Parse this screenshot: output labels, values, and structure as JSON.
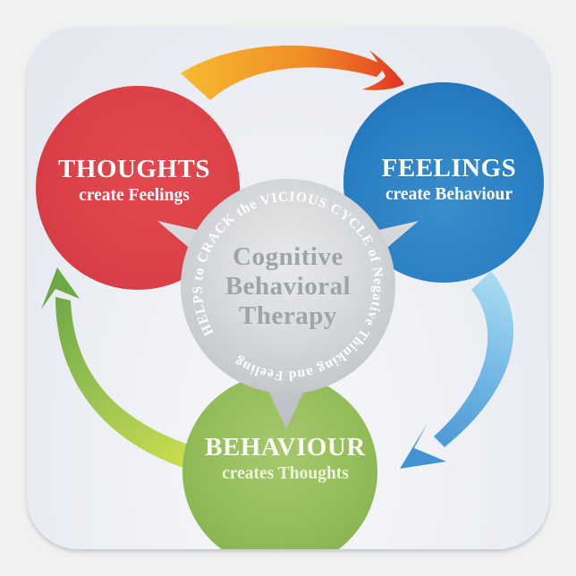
{
  "sticker": {
    "kind": "square-sticker",
    "page_background": "#f0f1f1",
    "sticker_background": "#edeff4",
    "diagram": {
      "title_ring": "HELPS to CRACK the VICIOUS CYCLE of Negative Thinking and Feeling",
      "center": {
        "title_lines": [
          "Cognitive",
          "Behavioral",
          "Therapy"
        ],
        "fill": "#c6c9cd",
        "text_color": "#a0a4aa"
      },
      "nodes": [
        {
          "id": "thoughts",
          "title": "THOUGHTS",
          "subtitle": "create Feelings",
          "color": "#d84048"
        },
        {
          "id": "feelings",
          "title": "FEELINGS",
          "subtitle": "create Behaviour",
          "color": "#2a80c3"
        },
        {
          "id": "behaviour",
          "title": "BEHAVIOUR",
          "subtitle": "creates Thoughts",
          "color": "#93bc59"
        }
      ],
      "arrows": [
        {
          "id": "thoughts-to-feelings",
          "from": "thoughts",
          "to": "feelings",
          "color_start": "#f7bb30",
          "color_end": "#e13124"
        },
        {
          "id": "feelings-to-behaviour",
          "from": "feelings",
          "to": "behaviour",
          "color_start": "#aadcf2",
          "color_end": "#4392d2"
        },
        {
          "id": "behaviour-to-thoughts",
          "from": "behaviour",
          "to": "thoughts",
          "color_start": "#cadd50",
          "color_end": "#6ea946"
        }
      ],
      "pointer_color": "#c8cbcf"
    }
  }
}
